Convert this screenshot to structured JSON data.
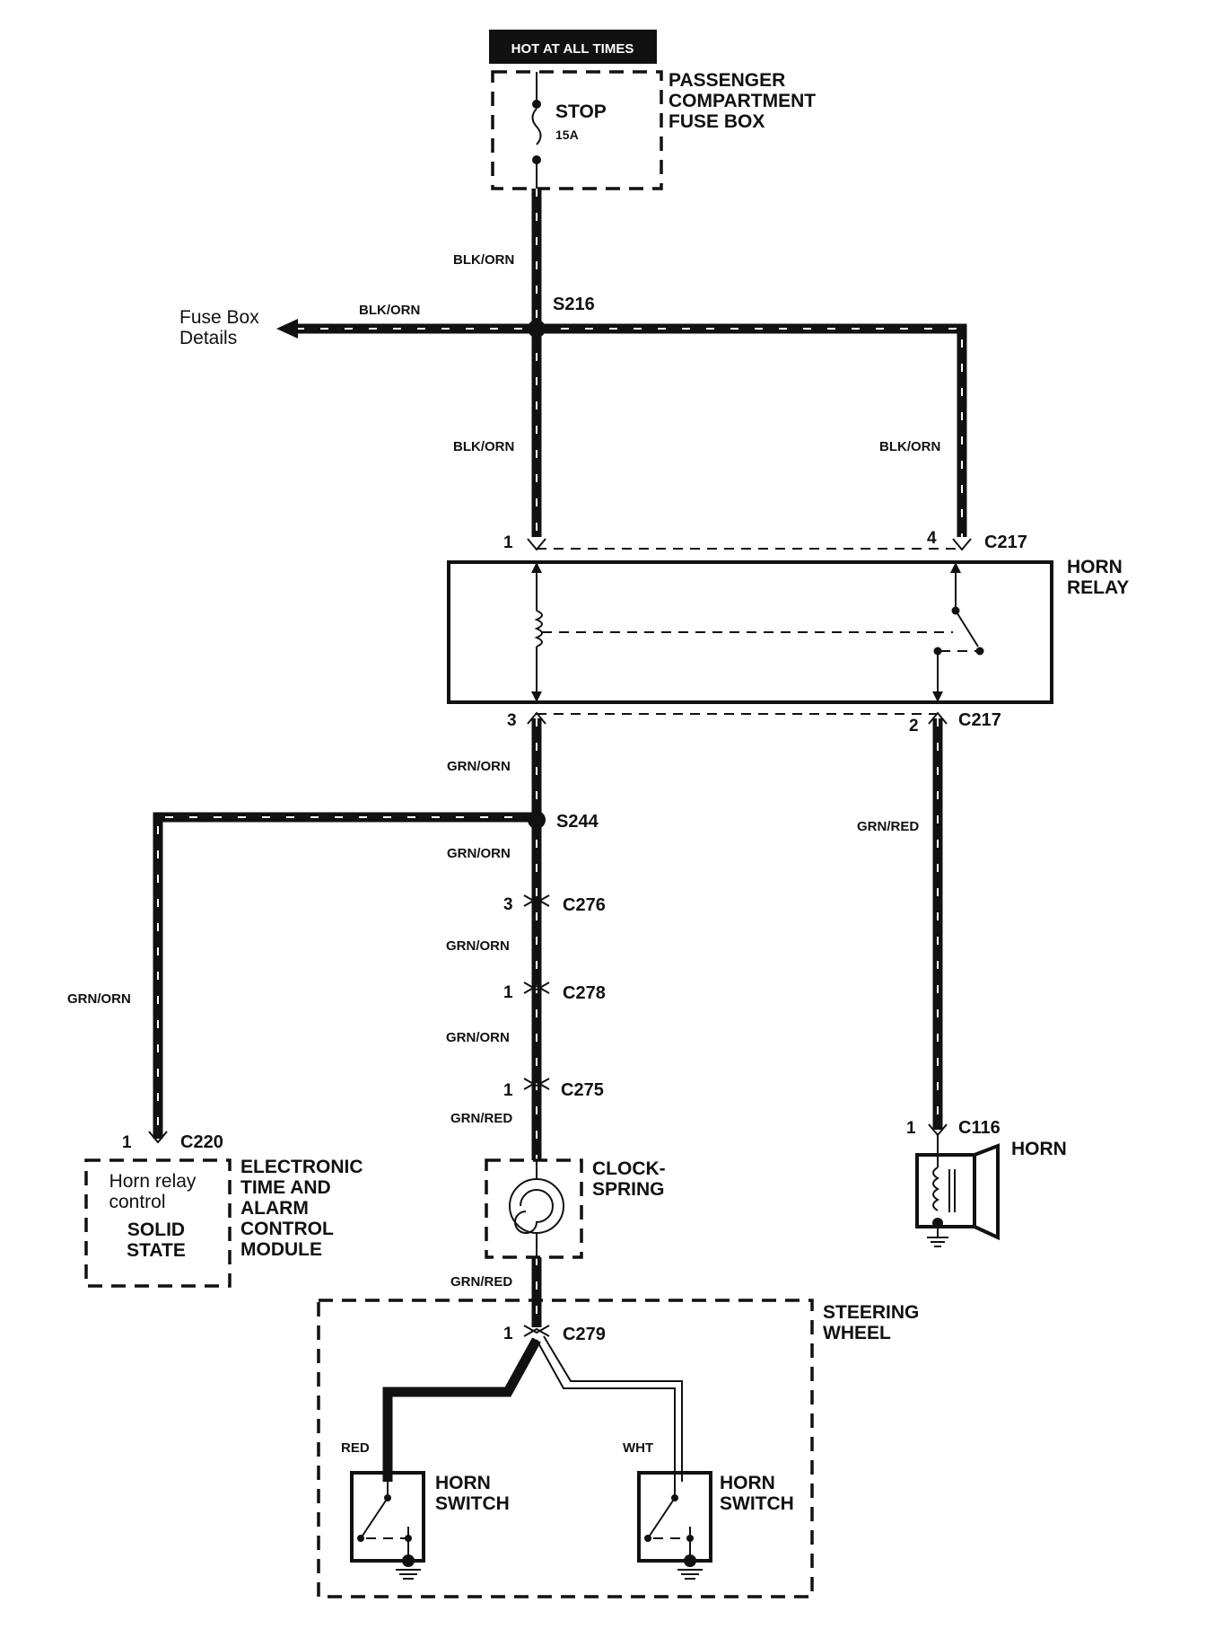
{
  "header": {
    "hot_label": "HOT AT ALL TIMES"
  },
  "fuse_box": {
    "name_lines": [
      "PASSENGER",
      "COMPARTMENT",
      "FUSE BOX"
    ],
    "fuse_name": "STOP",
    "fuse_rating": "15A"
  },
  "fuse_box_details": {
    "lines": [
      "Fuse Box",
      "Details"
    ]
  },
  "splices": {
    "s216": "S216",
    "s244": "S244"
  },
  "horn_relay": {
    "name_lines": [
      "HORN",
      "RELAY"
    ],
    "connector_top": "C217",
    "connector_bottom": "C217",
    "pin1": "1",
    "pin4": "4",
    "pin3": "3",
    "pin2": "2"
  },
  "wires": {
    "blk_orn": "BLK/ORN",
    "grn_orn": "GRN/ORN",
    "grn_red": "GRN/RED",
    "red": "RED",
    "wht": "WHT"
  },
  "connectors": {
    "c276": {
      "name": "C276",
      "pin": "3"
    },
    "c278": {
      "name": "C278",
      "pin": "1"
    },
    "c275": {
      "name": "C275",
      "pin": "1"
    },
    "c279": {
      "name": "C279",
      "pin": "1"
    },
    "c220": {
      "name": "C220",
      "pin": "1"
    },
    "c116": {
      "name": "C116",
      "pin": "1"
    }
  },
  "etacm": {
    "inner_lines": [
      "Horn relay",
      "control"
    ],
    "state_lines": [
      "SOLID",
      "STATE"
    ],
    "name_lines": [
      "ELECTRONIC",
      "TIME AND",
      "ALARM",
      "CONTROL",
      "MODULE"
    ]
  },
  "clockspring": {
    "name_lines": [
      "CLOCK-",
      "SPRING"
    ]
  },
  "horn": {
    "name": "HORN"
  },
  "steering_wheel": {
    "name_lines": [
      "STEERING",
      "WHEEL"
    ]
  },
  "horn_switch_left": {
    "name_lines": [
      "HORN",
      "SWITCH"
    ]
  },
  "horn_switch_right": {
    "name_lines": [
      "HORN",
      "SWITCH"
    ]
  }
}
